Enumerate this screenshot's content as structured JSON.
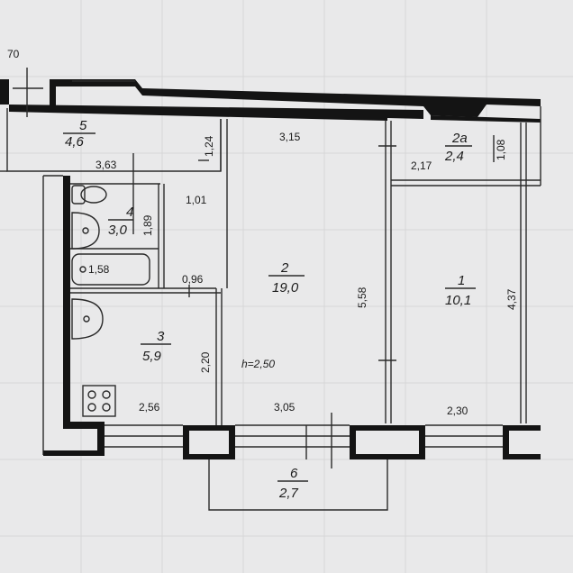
{
  "plan": {
    "ceiling_height": "h=2,50",
    "corner_mark": "70",
    "rooms": [
      {
        "id": "r5",
        "number": "5",
        "area": "4,6"
      },
      {
        "id": "r4",
        "number": "4",
        "area": "3,0"
      },
      {
        "id": "r2",
        "number": "2",
        "area": "19,0"
      },
      {
        "id": "r2a",
        "number": "2а",
        "area": "2,4"
      },
      {
        "id": "r1",
        "number": "1",
        "area": "10,1"
      },
      {
        "id": "r3",
        "number": "3",
        "area": "5,9"
      },
      {
        "id": "r6",
        "number": "6",
        "area": "2,7"
      }
    ],
    "dimensions": {
      "d_363": "3,63",
      "d_124": "1,24",
      "d_315": "3,15",
      "d_217": "2,17",
      "d_108": "1,08",
      "d_101": "1,01",
      "d_189": "1,89",
      "d_158": "1,58",
      "d_096": "0,96",
      "d_558": "5,58",
      "d_437": "4,37",
      "d_220": "2,20",
      "d_256": "2,56",
      "d_305": "3,05",
      "d_230": "2,30"
    }
  }
}
